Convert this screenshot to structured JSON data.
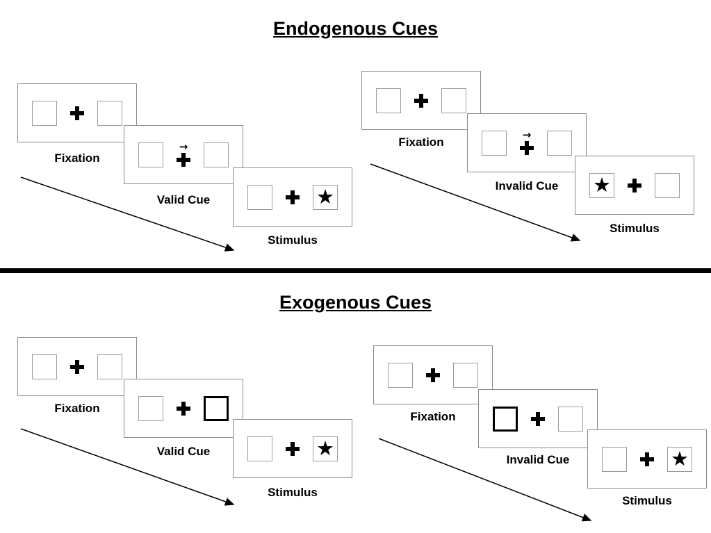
{
  "sections": [
    {
      "title": "Endogenous Cues",
      "sequences": [
        {
          "name": "valid",
          "panels": [
            {
              "label": "Fixation"
            },
            {
              "label": "Valid Cue"
            },
            {
              "label": "Stimulus"
            }
          ]
        },
        {
          "name": "invalid",
          "panels": [
            {
              "label": "Fixation"
            },
            {
              "label": "Invalid Cue"
            },
            {
              "label": "Stimulus"
            }
          ]
        }
      ]
    },
    {
      "title": "Exogenous Cues",
      "sequences": [
        {
          "name": "valid",
          "panels": [
            {
              "label": "Fixation"
            },
            {
              "label": "Valid Cue"
            },
            {
              "label": "Stimulus"
            }
          ]
        },
        {
          "name": "invalid",
          "panels": [
            {
              "label": "Fixation"
            },
            {
              "label": "Invalid Cue"
            },
            {
              "label": "Stimulus"
            }
          ]
        }
      ]
    }
  ],
  "glyphs": {
    "plus": "+",
    "cue_arrow": "→",
    "star": "★"
  }
}
